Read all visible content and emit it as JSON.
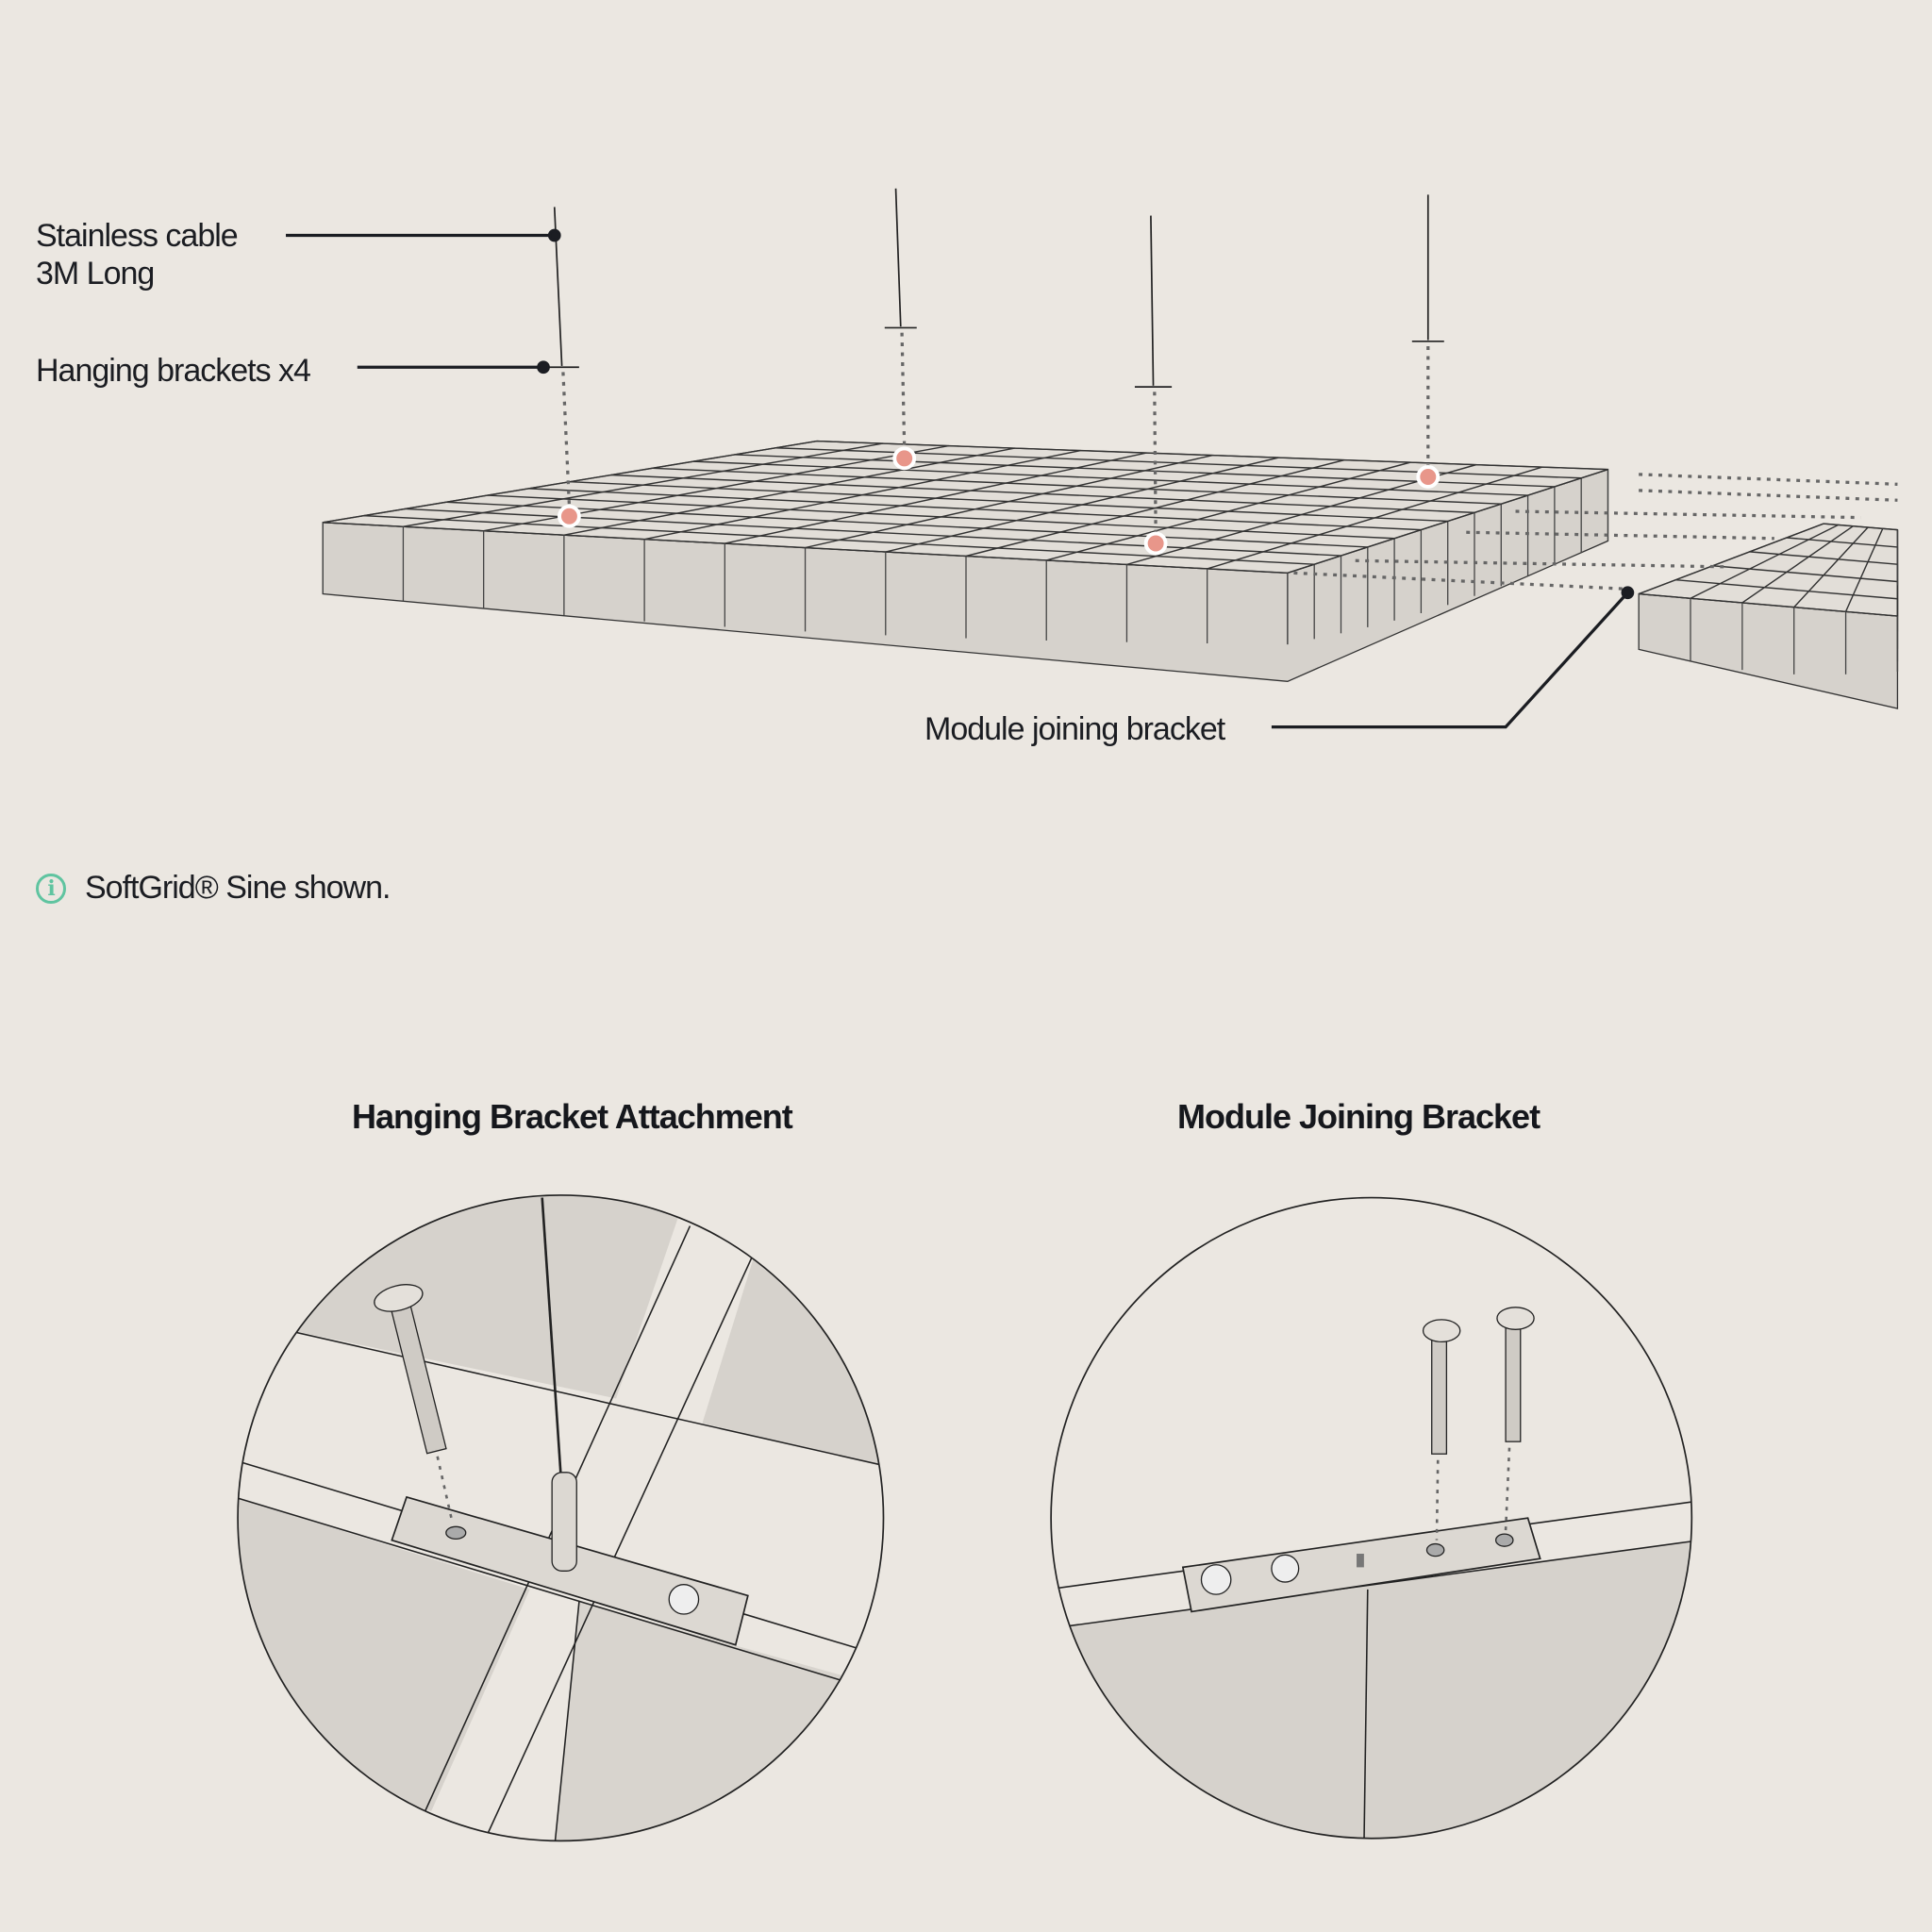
{
  "callouts": {
    "cable_line1": "Stainless cable",
    "cable_line2": "3M Long",
    "hanging_brackets": "Hanging brackets x4",
    "module_joining": "Module joining bracket"
  },
  "note": {
    "icon": "info-icon",
    "text": "SoftGrid® Sine shown.",
    "icon_color": "#5fc4a0"
  },
  "details": {
    "left_title": "Hanging Bracket Attachment",
    "right_title": "Module Joining Bracket"
  },
  "colors": {
    "background": "#ebe7e1",
    "marker": "#e8968a",
    "panel": "#d6d2cc"
  }
}
